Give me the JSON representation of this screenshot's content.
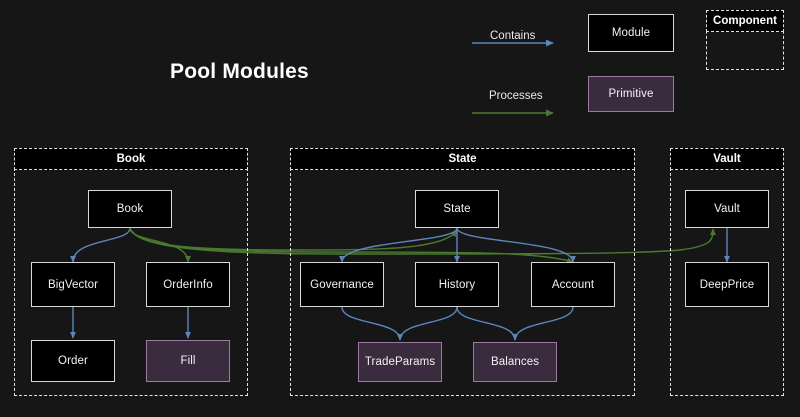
{
  "page": {
    "title": "Pool Modules",
    "background": "#161616"
  },
  "colors": {
    "contains_edge": "#5b86bd",
    "processes_edge": "#4a7a2e",
    "module_fill": "#000000",
    "module_border": "#d8d8d8",
    "primitive_fill": "#3a2b3e",
    "primitive_border": "#9b7aa0",
    "component_border": "#e2e2e2",
    "text": "#f2f2f2"
  },
  "legend": {
    "contains_label": "Contains",
    "processes_label": "Processes",
    "module_label": "Module",
    "primitive_label": "Primitive",
    "component_label": "Component"
  },
  "components": [
    {
      "name": "Book",
      "header_label": "Book"
    },
    {
      "name": "State",
      "header_label": "State"
    },
    {
      "name": "Vault",
      "header_label": "Vault"
    }
  ],
  "nodes": {
    "book": {
      "label": "Book",
      "type": "module"
    },
    "bigvector": {
      "label": "BigVector",
      "type": "module"
    },
    "orderinfo": {
      "label": "OrderInfo",
      "type": "module"
    },
    "order": {
      "label": "Order",
      "type": "module"
    },
    "fill": {
      "label": "Fill",
      "type": "primitive"
    },
    "state": {
      "label": "State",
      "type": "module"
    },
    "governance": {
      "label": "Governance",
      "type": "module"
    },
    "history": {
      "label": "History",
      "type": "module"
    },
    "account": {
      "label": "Account",
      "type": "module"
    },
    "tradeparams": {
      "label": "TradeParams",
      "type": "primitive"
    },
    "balances": {
      "label": "Balances",
      "type": "primitive"
    },
    "vault": {
      "label": "Vault",
      "type": "module"
    },
    "deepprice": {
      "label": "DeepPrice",
      "type": "module"
    }
  },
  "edges": [
    {
      "from": "book",
      "to": "bigvector",
      "kind": "contains"
    },
    {
      "from": "bigvector",
      "to": "order",
      "kind": "contains"
    },
    {
      "from": "orderinfo",
      "to": "fill",
      "kind": "contains"
    },
    {
      "from": "book",
      "to": "orderinfo",
      "kind": "processes"
    },
    {
      "from": "book",
      "to": "state",
      "kind": "processes"
    },
    {
      "from": "book",
      "to": "account",
      "kind": "processes"
    },
    {
      "from": "book",
      "to": "vault",
      "kind": "processes"
    },
    {
      "from": "state",
      "to": "governance",
      "kind": "contains"
    },
    {
      "from": "state",
      "to": "history",
      "kind": "contains"
    },
    {
      "from": "state",
      "to": "account",
      "kind": "contains"
    },
    {
      "from": "governance",
      "to": "tradeparams",
      "kind": "contains"
    },
    {
      "from": "history",
      "to": "tradeparams",
      "kind": "contains"
    },
    {
      "from": "history",
      "to": "balances",
      "kind": "contains"
    },
    {
      "from": "account",
      "to": "balances",
      "kind": "contains"
    },
    {
      "from": "vault",
      "to": "deepprice",
      "kind": "contains"
    }
  ]
}
